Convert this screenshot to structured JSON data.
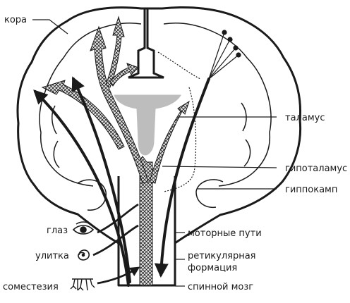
{
  "labels": {
    "cortex": "кора",
    "thalamus": "таламус",
    "hypothalamus": "гипоталамус",
    "hippocampus": "гиппокамп",
    "motor_pathways": "моторные пути",
    "reticular_1": "ретикулярная",
    "reticular_2": "формация",
    "spinal_cord": "спинной мозг",
    "eye": "глаз",
    "cochlea": "улитка",
    "somesthesia": "соместезия"
  },
  "icons": [
    "eye-icon",
    "cochlea-icon",
    "somesthesia-icon"
  ],
  "colors": {
    "ink": "#1a1a1a",
    "ventricle": "#bdbdbd",
    "hatch_fill": "#e6e6e6"
  }
}
